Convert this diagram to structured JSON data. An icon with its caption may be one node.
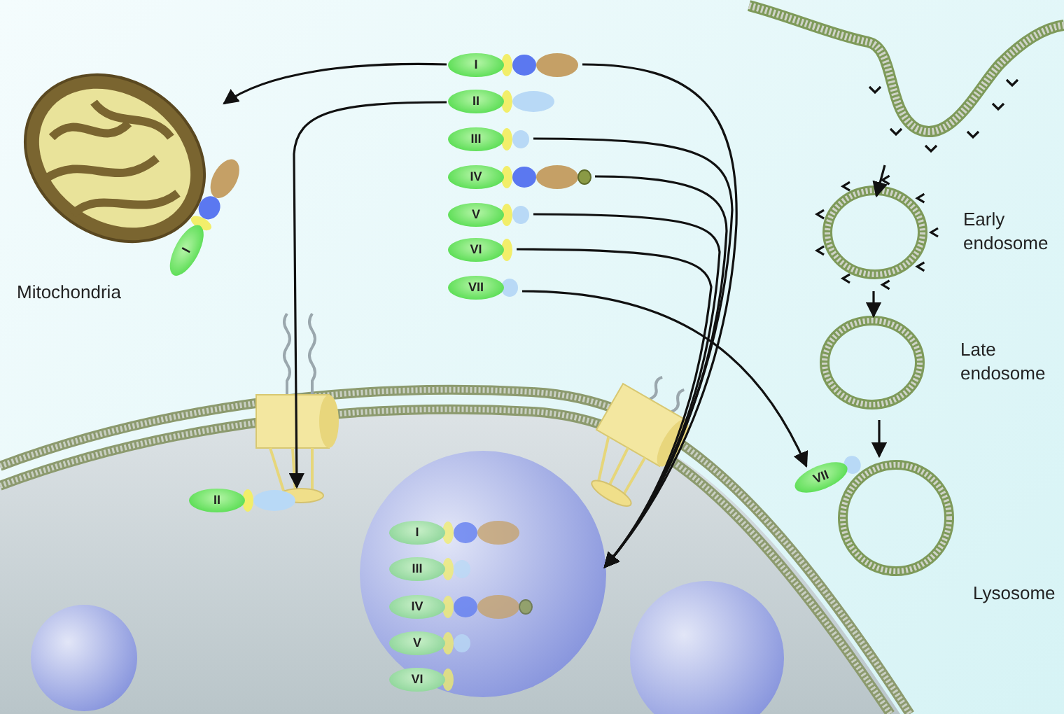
{
  "diagram": {
    "nodes": [
      {
        "text": [
          "I"
        ]
      },
      {
        "text": [
          "II"
        ]
      },
      {
        "text": [
          "III"
        ]
      },
      {
        "text": [
          "IV"
        ]
      },
      {
        "text": [
          "V"
        ]
      },
      {
        "text": [
          "VI"
        ]
      },
      {
        "text": [
          "VII"
        ]
      },
      {
        "text": [
          "Mitochondria"
        ]
      },
      {
        "text": [
          "I"
        ]
      },
      {
        "text": [
          "II"
        ]
      },
      {
        "text": [],
        "shape": "circle"
      },
      {
        "text": [
          "I"
        ],
        "in": 10
      },
      {
        "text": [
          "III"
        ],
        "in": 10
      },
      {
        "text": [
          "IV"
        ],
        "in": 10
      },
      {
        "text": [
          "V"
        ],
        "in": 10
      },
      {
        "text": [
          "VI"
        ],
        "in": 10
      },
      {
        "text": [],
        "shape": "circle"
      },
      {
        "text": [],
        "shape": "circle"
      },
      {
        "text": [],
        "shape": "picture"
      },
      {
        "text": [
          "Early endosome"
        ]
      },
      {
        "text": [
          "Late endosome"
        ]
      },
      {
        "text": [
          "Lysosome"
        ]
      },
      {
        "text": [
          "VII"
        ]
      }
    ],
    "edges": [
      {
        "from": 0,
        "to": 7,
        "arrow": "to"
      },
      {
        "from": 1,
        "to": 9,
        "arrow": "to"
      },
      {
        "from": 0,
        "to": 10,
        "arrow": "to"
      },
      {
        "from": 2,
        "to": 10,
        "arrow": "to"
      },
      {
        "from": 3,
        "to": 10,
        "arrow": "to"
      },
      {
        "from": 4,
        "to": 10,
        "arrow": "to"
      },
      {
        "from": 5,
        "to": 10,
        "arrow": "to"
      },
      {
        "from": 6,
        "to": 22,
        "arrow": "to"
      },
      {
        "from": 18,
        "to": 19,
        "arrow": "to"
      },
      {
        "from": 19,
        "to": 20,
        "arrow": "to"
      },
      {
        "from": 20,
        "to": 21,
        "arrow": "to"
      }
    ]
  }
}
